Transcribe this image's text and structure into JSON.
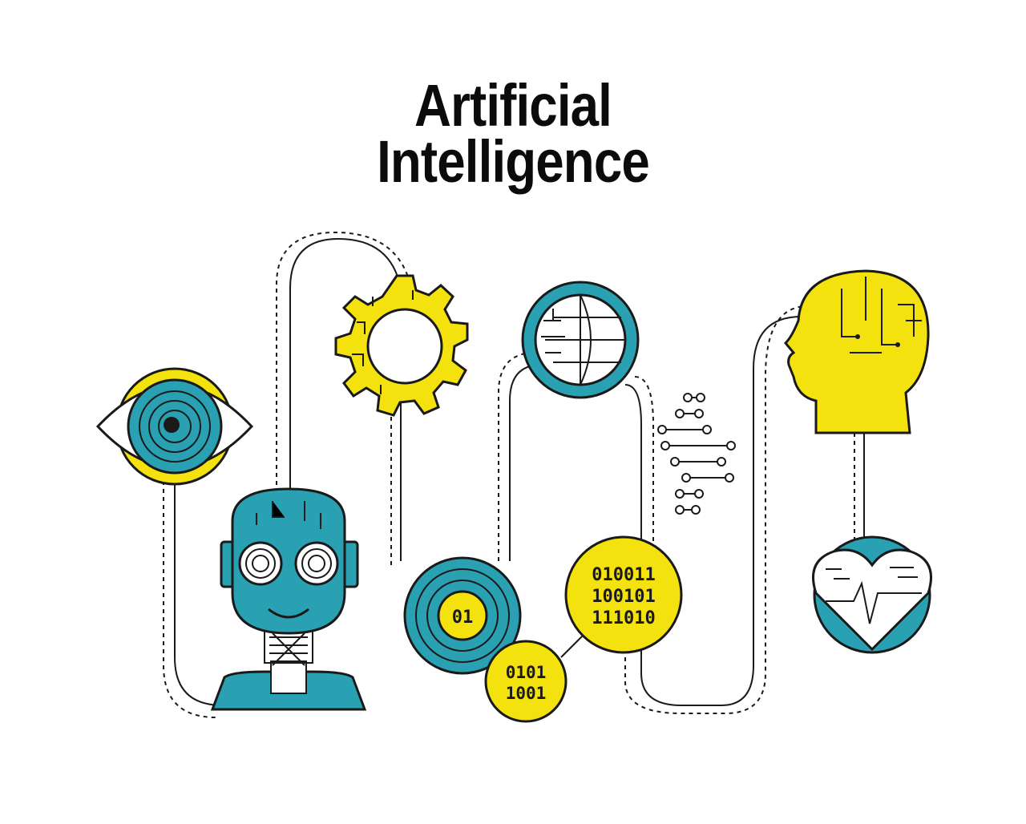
{
  "title": {
    "line1": "Artificial",
    "line2": "Intelligence"
  },
  "binary": {
    "small_coin": "01",
    "mid_coin": [
      "0101",
      "1001"
    ],
    "big_coin": [
      "010011",
      "100101",
      "111010"
    ]
  },
  "colors": {
    "teal": "#2aa1b3",
    "yellow": "#f4e20f",
    "ink": "#1a1a1a",
    "background": "#ffffff"
  },
  "icons": [
    "eye-icon",
    "robot-head-icon",
    "gear-icon",
    "globe-circuit-icon",
    "binary-coin-icon",
    "human-head-circuit-icon",
    "heart-pulse-icon",
    "data-nodes-icon"
  ]
}
